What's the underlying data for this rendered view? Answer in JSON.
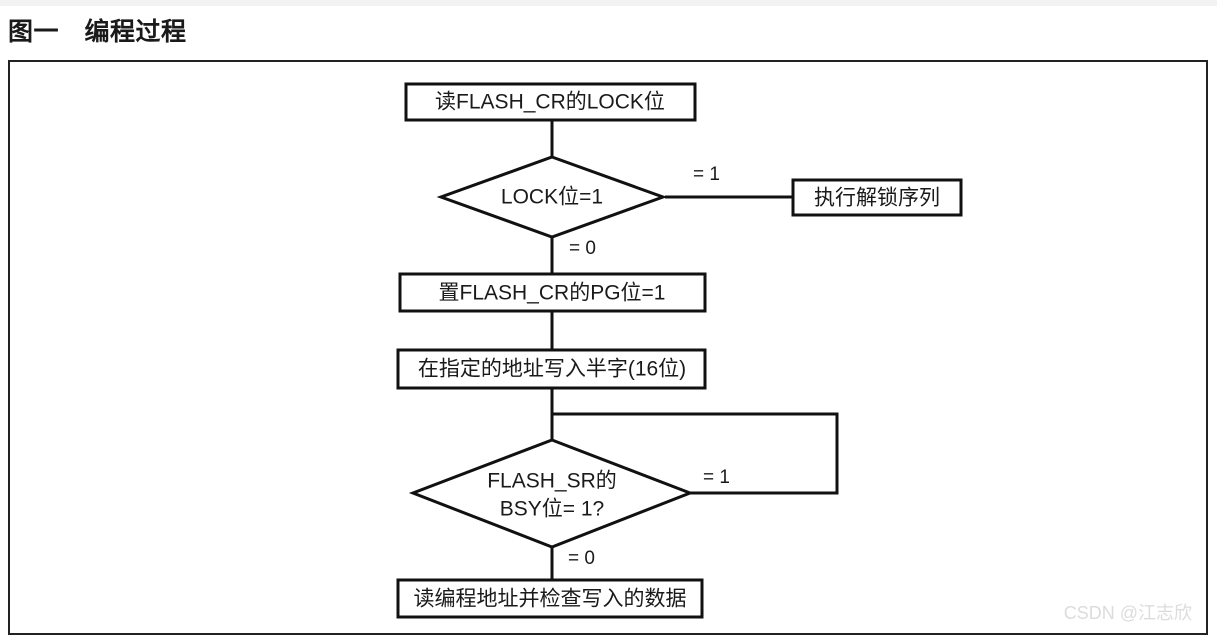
{
  "figure": {
    "title": "图一　编程过程",
    "watermark": "CSDN @江志欣"
  },
  "flowchart": {
    "nodes": {
      "read_lock_bit": {
        "label": "读FLASH_CR的LOCK位",
        "type": "process"
      },
      "lock_decision": {
        "label": "LOCK位=1",
        "type": "decision"
      },
      "unlock_sequence": {
        "label": "执行解锁序列",
        "type": "process"
      },
      "set_pg_bit": {
        "label": "置FLASH_CR的PG位=1",
        "type": "process"
      },
      "write_halfword": {
        "label": "在指定的地址写入半字(16位)",
        "type": "process"
      },
      "bsy_decision": {
        "label_line1": "FLASH_SR的",
        "label_line2": "BSY位= 1?",
        "type": "decision"
      },
      "verify_data": {
        "label": "读编程地址并检查写入的数据",
        "type": "process"
      }
    },
    "edges": {
      "lock_yes": "= 1",
      "lock_no": "= 0",
      "bsy_yes": "= 1",
      "bsy_no": "= 0"
    }
  }
}
